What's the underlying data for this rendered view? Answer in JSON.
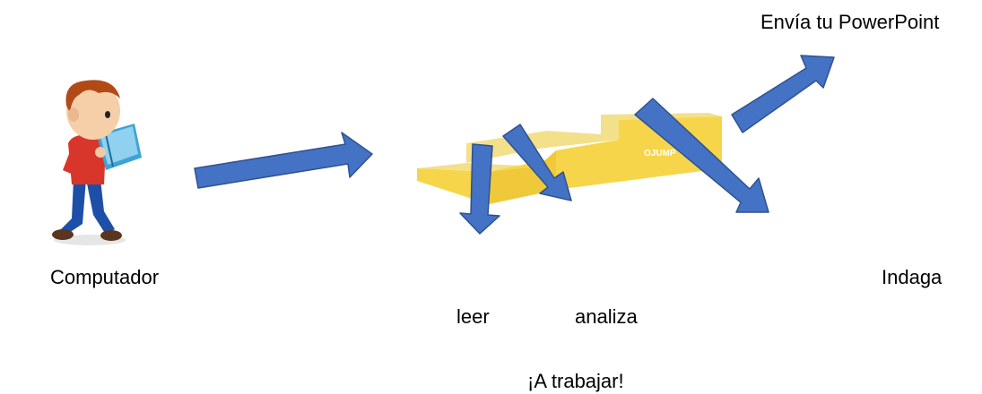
{
  "labels": {
    "send_powerpoint": "Envía tu PowerPoint",
    "computer": "Computador",
    "indaga": "Indaga",
    "leer": "leer",
    "analiza": "analiza",
    "work": "¡A trabajar!"
  },
  "podium": {
    "brand_text": "OJUMP"
  },
  "colors": {
    "arrow_fill": "#4472C4",
    "arrow_stroke": "#2F528F",
    "podium_front": "#F7D54A",
    "podium_top": "#F3E08A",
    "shirt": "#D8362B",
    "pants": "#1E4FA8",
    "book": "#3EA3D6",
    "hair": "#B24A18"
  }
}
